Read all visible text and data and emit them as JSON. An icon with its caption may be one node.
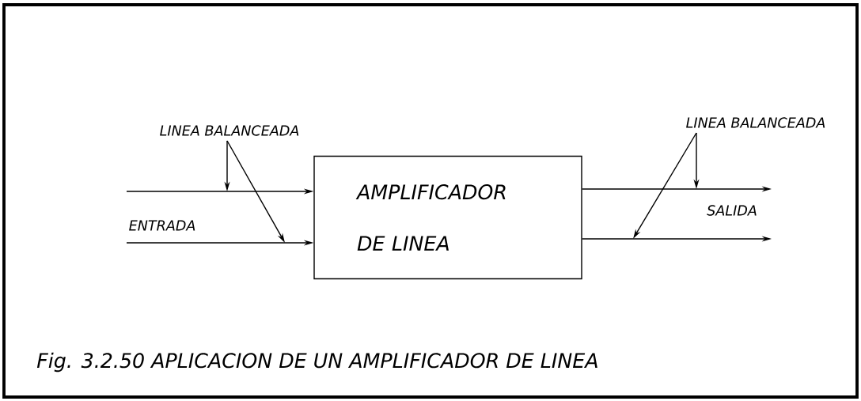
{
  "diagram": {
    "caption": "Fig. 3.2.50 APLICACION DE UN AMPLIFICADOR DE LINEA",
    "nodes": [
      {
        "text": [
          "AMPLIFICADOR DE LINEA"
        ]
      },
      {
        "text": [
          "LINEA BALANCEADA"
        ]
      },
      {
        "text": [
          "LINEA BALANCEADA"
        ]
      }
    ],
    "edges": [
      {
        "from": null,
        "to": 0,
        "arrow": "to"
      },
      {
        "from": null,
        "to": 0,
        "arrow": "to"
      },
      {
        "from": 0,
        "to": null,
        "arrow": "to"
      },
      {
        "from": 0,
        "to": null,
        "arrow": "to"
      },
      {
        "from": 1,
        "to": null,
        "arrow": "to"
      },
      {
        "from": 1,
        "to": null,
        "arrow": "to"
      },
      {
        "from": 2,
        "to": null,
        "arrow": "to"
      },
      {
        "from": 2,
        "to": null,
        "arrow": "to"
      }
    ],
    "labels": [
      "ENTRADA",
      "SALIDA"
    ]
  }
}
